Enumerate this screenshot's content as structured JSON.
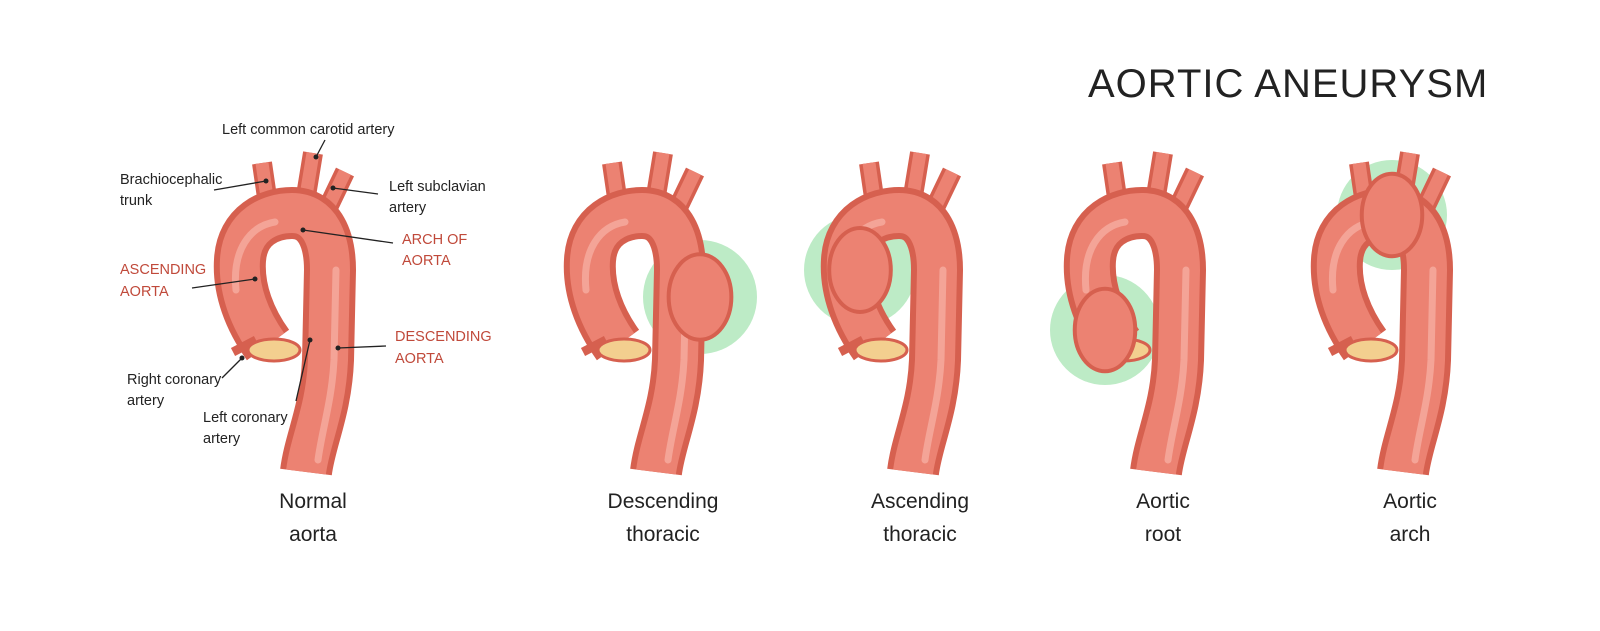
{
  "title": "AORTIC ANEURYSM",
  "colors": {
    "outline": "#d6604f",
    "body": "#ec8272",
    "highlight": "#f4a497",
    "root": "#f3cf8f",
    "aneurysm": "#bdebc6",
    "accent_text": "#c0493a"
  },
  "labels": {
    "left_common_carotid": "Left common carotid artery",
    "brachiocephalic": [
      "Brachiocephalic",
      "trunk"
    ],
    "left_subclavian": [
      "Left subclavian",
      "artery"
    ],
    "arch": [
      "ARCH OF",
      "AORTA"
    ],
    "ascending": [
      "ASCENDING",
      "AORTA"
    ],
    "descending": [
      "DESCENDING",
      "AORTA"
    ],
    "right_coronary": [
      "Right coronary",
      "artery"
    ],
    "left_coronary": [
      "Left coronary",
      "artery"
    ]
  },
  "types": [
    {
      "caption": [
        "Normal",
        "aorta"
      ],
      "aneurysm": "none"
    },
    {
      "caption": [
        "Descending",
        "thoracic"
      ],
      "aneurysm": "descending"
    },
    {
      "caption": [
        "Ascending",
        "thoracic"
      ],
      "aneurysm": "ascending"
    },
    {
      "caption": [
        "Aortic",
        "root"
      ],
      "aneurysm": "root"
    },
    {
      "caption": [
        "Aortic",
        "arch"
      ],
      "aneurysm": "arch"
    }
  ]
}
